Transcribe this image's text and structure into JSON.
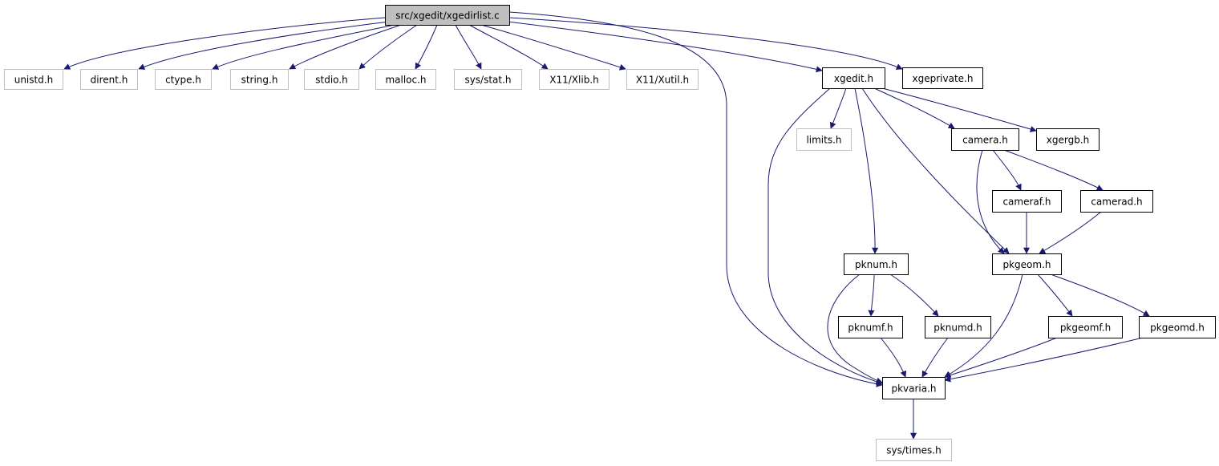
{
  "colors": {
    "edge": "#191970",
    "root_fill": "#bfbfbf",
    "defined_border": "#000000",
    "external_border": "#bfbfbf",
    "external_text": "#555555",
    "label_text": "#000000"
  },
  "nodes": [
    {
      "id": "root",
      "label": "src/xgedit/xgedirlist.c",
      "kind": "root"
    },
    {
      "id": "unistd",
      "label": "unistd.h",
      "kind": "external"
    },
    {
      "id": "dirent",
      "label": "dirent.h",
      "kind": "external"
    },
    {
      "id": "ctype",
      "label": "ctype.h",
      "kind": "external"
    },
    {
      "id": "string",
      "label": "string.h",
      "kind": "external"
    },
    {
      "id": "stdio",
      "label": "stdio.h",
      "kind": "external"
    },
    {
      "id": "malloc",
      "label": "malloc.h",
      "kind": "external"
    },
    {
      "id": "sysstat",
      "label": "sys/stat.h",
      "kind": "external"
    },
    {
      "id": "xlib",
      "label": "X11/Xlib.h",
      "kind": "external"
    },
    {
      "id": "xutil",
      "label": "X11/Xutil.h",
      "kind": "external"
    },
    {
      "id": "xgedit",
      "label": "xgedit.h",
      "kind": "defined"
    },
    {
      "id": "xgeprivate",
      "label": "xgeprivate.h",
      "kind": "defined"
    },
    {
      "id": "limits",
      "label": "limits.h",
      "kind": "external"
    },
    {
      "id": "camera",
      "label": "camera.h",
      "kind": "defined"
    },
    {
      "id": "xgergb",
      "label": "xgergb.h",
      "kind": "defined"
    },
    {
      "id": "cameraf",
      "label": "cameraf.h",
      "kind": "defined"
    },
    {
      "id": "camerad",
      "label": "camerad.h",
      "kind": "defined"
    },
    {
      "id": "pknum",
      "label": "pknum.h",
      "kind": "defined"
    },
    {
      "id": "pkgeom",
      "label": "pkgeom.h",
      "kind": "defined"
    },
    {
      "id": "pknumf",
      "label": "pknumf.h",
      "kind": "defined"
    },
    {
      "id": "pknumd",
      "label": "pknumd.h",
      "kind": "defined"
    },
    {
      "id": "pkgeomf",
      "label": "pkgeomf.h",
      "kind": "defined"
    },
    {
      "id": "pkgeomd",
      "label": "pkgeomd.h",
      "kind": "defined"
    },
    {
      "id": "pkvaria",
      "label": "pkvaria.h",
      "kind": "defined"
    },
    {
      "id": "systimes",
      "label": "sys/times.h",
      "kind": "external"
    }
  ],
  "edges": [
    {
      "from": "root",
      "to": "unistd"
    },
    {
      "from": "root",
      "to": "dirent"
    },
    {
      "from": "root",
      "to": "ctype"
    },
    {
      "from": "root",
      "to": "string"
    },
    {
      "from": "root",
      "to": "stdio"
    },
    {
      "from": "root",
      "to": "malloc"
    },
    {
      "from": "root",
      "to": "sysstat"
    },
    {
      "from": "root",
      "to": "xlib"
    },
    {
      "from": "root",
      "to": "xutil"
    },
    {
      "from": "root",
      "to": "xgedit"
    },
    {
      "from": "root",
      "to": "xgeprivate"
    },
    {
      "from": "root",
      "to": "pkvaria"
    },
    {
      "from": "xgedit",
      "to": "limits"
    },
    {
      "from": "xgedit",
      "to": "camera"
    },
    {
      "from": "xgedit",
      "to": "xgergb"
    },
    {
      "from": "xgedit",
      "to": "pknum"
    },
    {
      "from": "xgedit",
      "to": "pkgeom"
    },
    {
      "from": "xgedit",
      "to": "pkvaria"
    },
    {
      "from": "camera",
      "to": "cameraf"
    },
    {
      "from": "camera",
      "to": "camerad"
    },
    {
      "from": "camera",
      "to": "pkgeom"
    },
    {
      "from": "cameraf",
      "to": "pkgeom"
    },
    {
      "from": "camerad",
      "to": "pkgeom"
    },
    {
      "from": "pknum",
      "to": "pknumf"
    },
    {
      "from": "pknum",
      "to": "pknumd"
    },
    {
      "from": "pknum",
      "to": "pkvaria"
    },
    {
      "from": "pkgeom",
      "to": "pkgeomf"
    },
    {
      "from": "pkgeom",
      "to": "pkgeomd"
    },
    {
      "from": "pkgeom",
      "to": "pkvaria"
    },
    {
      "from": "pknumf",
      "to": "pkvaria"
    },
    {
      "from": "pknumd",
      "to": "pkvaria"
    },
    {
      "from": "pkgeomf",
      "to": "pkvaria"
    },
    {
      "from": "pkgeomd",
      "to": "pkvaria"
    },
    {
      "from": "pkvaria",
      "to": "systimes"
    }
  ]
}
